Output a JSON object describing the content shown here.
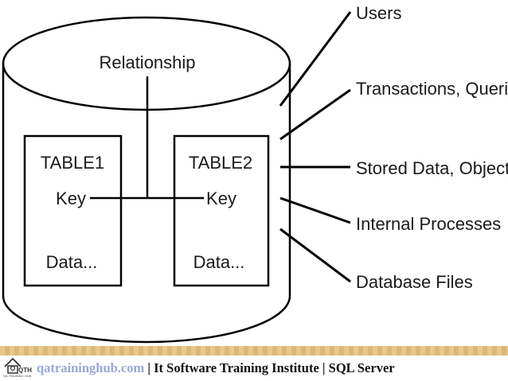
{
  "diagram": {
    "relationship_label": "Relationship",
    "tables": [
      {
        "title": "TABLE1",
        "key": "Key",
        "data": "Data..."
      },
      {
        "title": "TABLE2",
        "key": "Key",
        "data": "Data..."
      }
    ],
    "callouts": [
      "Users",
      "Transactions, Queries",
      "Stored Data, Objects",
      "Internal Processes",
      "Database Files"
    ]
  },
  "footer": {
    "logo_text": "QTH",
    "logo_subtext": "QA TRAINING HUB",
    "site": "qatraininghub.com",
    "text": " | It Software Training Institute | SQL Server"
  }
}
